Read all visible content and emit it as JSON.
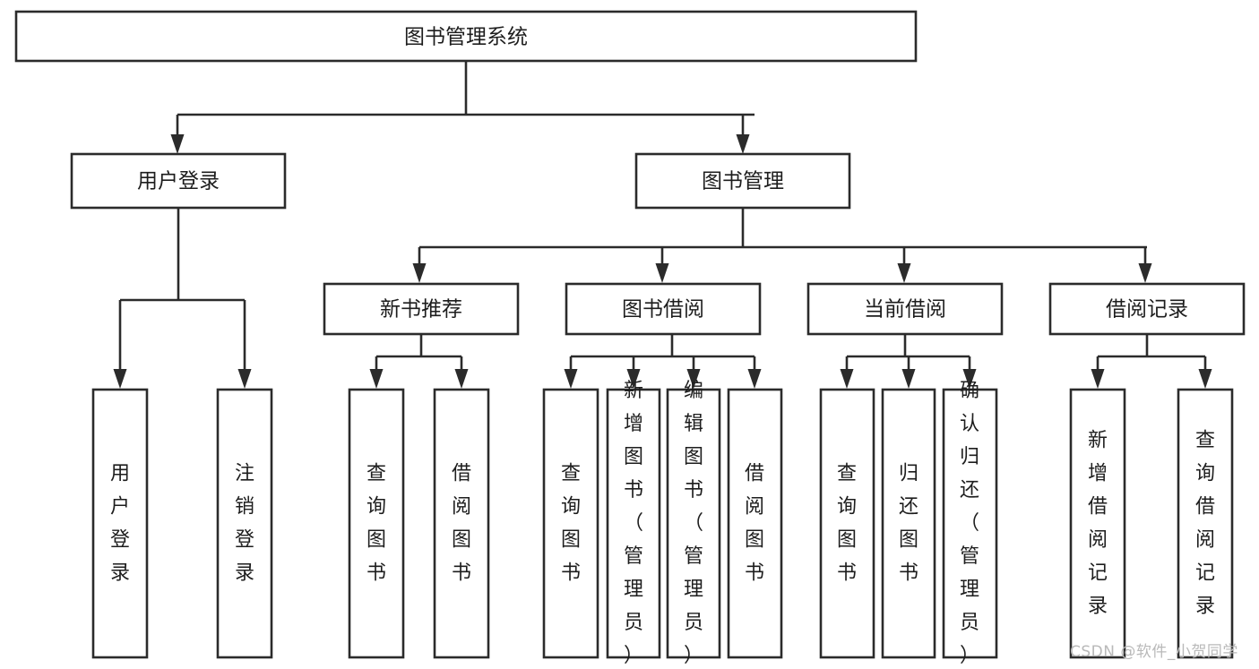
{
  "diagram": {
    "type": "tree-hierarchy",
    "title": "图书管理系统",
    "watermark": "CSDN @软件_小贺同学",
    "colors": {
      "stroke": "#2b2b2b",
      "box_fill": "#ffffff",
      "text": "#1d1d1d",
      "background": "#ffffff",
      "watermark": "#b9b9b9"
    },
    "levels": [
      {
        "level": 1,
        "nodes": [
          {
            "id": "root",
            "label": "图书管理系统",
            "orientation": "horizontal"
          }
        ]
      },
      {
        "level": 2,
        "nodes": [
          {
            "id": "user-login",
            "label": "用户登录",
            "orientation": "horizontal",
            "parent": "root"
          },
          {
            "id": "book-manage",
            "label": "图书管理",
            "orientation": "horizontal",
            "parent": "root"
          }
        ]
      },
      {
        "level": 3,
        "nodes": [
          {
            "id": "new-book-rec",
            "label": "新书推荐",
            "orientation": "horizontal",
            "parent": "book-manage"
          },
          {
            "id": "book-borrow",
            "label": "图书借阅",
            "orientation": "horizontal",
            "parent": "book-manage"
          },
          {
            "id": "current-borrow",
            "label": "当前借阅",
            "orientation": "horizontal",
            "parent": "book-manage"
          },
          {
            "id": "borrow-record",
            "label": "借阅记录",
            "orientation": "horizontal",
            "parent": "book-manage"
          }
        ]
      },
      {
        "level": 4,
        "nodes": [
          {
            "id": "leaf-user-login",
            "label": "用户登录",
            "orientation": "vertical",
            "parent": "user-login"
          },
          {
            "id": "leaf-logout-login",
            "label": "注销登录",
            "orientation": "vertical",
            "parent": "user-login"
          },
          {
            "id": "leaf-query-book-1",
            "label": "查询图书",
            "orientation": "vertical",
            "parent": "new-book-rec"
          },
          {
            "id": "leaf-borrow-book-1",
            "label": "借阅图书",
            "orientation": "vertical",
            "parent": "new-book-rec"
          },
          {
            "id": "leaf-query-book-2",
            "label": "查询图书",
            "orientation": "vertical",
            "parent": "book-borrow"
          },
          {
            "id": "leaf-add-book",
            "label": "新增图书（管理员）",
            "orientation": "vertical",
            "parent": "book-borrow"
          },
          {
            "id": "leaf-edit-book",
            "label": "编辑图书（管理员）",
            "orientation": "vertical",
            "parent": "book-borrow"
          },
          {
            "id": "leaf-borrow-book-2",
            "label": "借阅图书",
            "orientation": "vertical",
            "parent": "book-borrow"
          },
          {
            "id": "leaf-query-book-3",
            "label": "查询图书",
            "orientation": "vertical",
            "parent": "current-borrow"
          },
          {
            "id": "leaf-return-book",
            "label": "归还图书",
            "orientation": "vertical",
            "parent": "current-borrow"
          },
          {
            "id": "leaf-confirm-return",
            "label": "确认归还（管理员）",
            "orientation": "vertical",
            "parent": "current-borrow"
          },
          {
            "id": "leaf-add-record",
            "label": "新增借阅记录",
            "orientation": "vertical",
            "parent": "borrow-record"
          },
          {
            "id": "leaf-query-record",
            "label": "查询借阅记录",
            "orientation": "vertical",
            "parent": "borrow-record"
          }
        ]
      }
    ]
  }
}
